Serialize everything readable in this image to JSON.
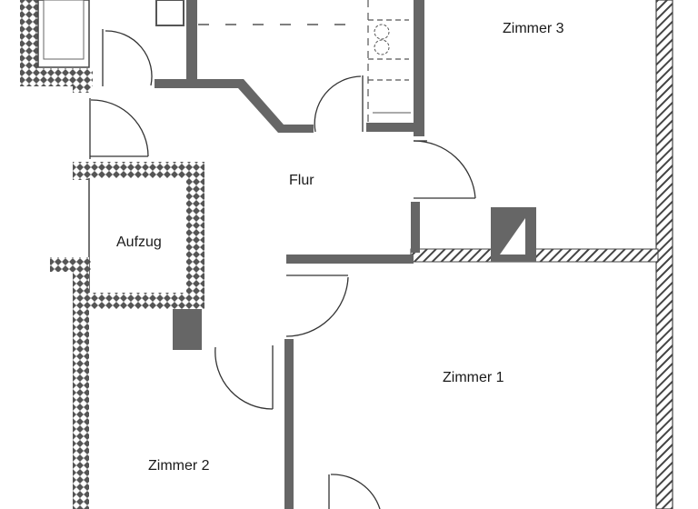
{
  "plan": {
    "rooms": [
      {
        "id": "zimmer3",
        "label": "Zimmer 3"
      },
      {
        "id": "flur",
        "label": "Flur"
      },
      {
        "id": "aufzug",
        "label": "Aufzug"
      },
      {
        "id": "zimmer1",
        "label": "Zimmer 1"
      },
      {
        "id": "zimmer2",
        "label": "Zimmer 2"
      }
    ]
  }
}
